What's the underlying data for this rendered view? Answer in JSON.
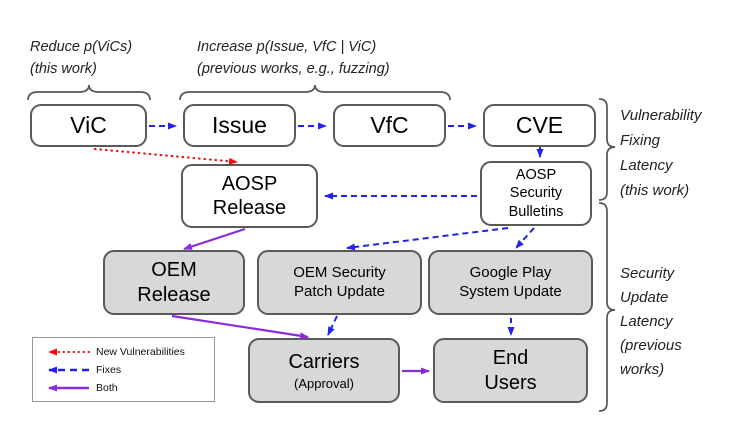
{
  "figure": {
    "annotations": {
      "reduce": "Reduce p(ViCs)\n(this work)",
      "increase": "Increase p(Issue, VfC | ViC)\n(previous works, e.g., fuzzing)"
    },
    "nodes": {
      "vic": "ViC",
      "issue": "Issue",
      "vfc": "VfC",
      "cve": "CVE",
      "aosp_release": "AOSP\nRelease",
      "aosp_bulletins": "AOSP\nSecurity\nBulletins",
      "oem_release": "OEM\nRelease",
      "oem_patch": "OEM Security\nPatch Update",
      "google_play": "Google Play\nSystem Update",
      "carriers": "Carriers",
      "carriers_sub": "(Approval)",
      "end_users": "End\nUsers"
    },
    "groups": {
      "fixing": "Vulnerability\nFixing\nLatency\n(this work)",
      "update": "Security\nUpdate\nLatency\n(previous\nworks)"
    },
    "legend": {
      "new_vulnerabilities": "New Vulnerabilities",
      "fixes": "Fixes",
      "both": "Both"
    },
    "colors": {
      "new_vulnerabilities": "#ee1111",
      "fixes": "#2222ee",
      "both": "#8a2be2",
      "stroke": "#555555"
    }
  }
}
